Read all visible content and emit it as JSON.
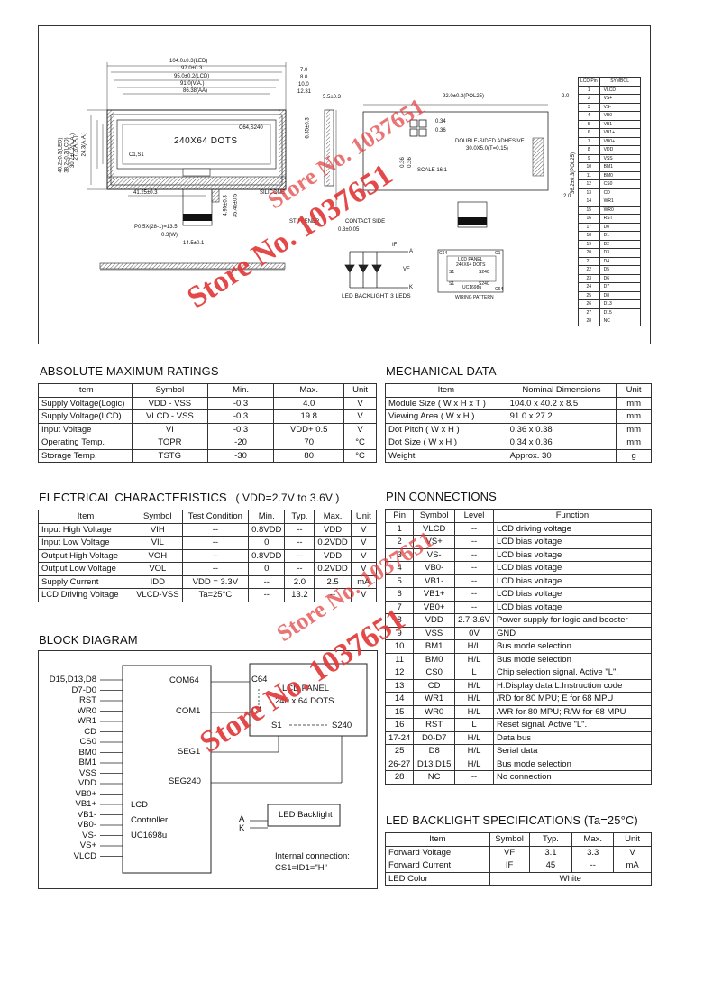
{
  "drawing": {
    "lcd_label": "240X64 DOTS",
    "corner_labels": [
      "C64,S240",
      "C1,S1"
    ],
    "dims_top": [
      "104.0±0.3(LED)",
      "97.0±0.3",
      "95.0±0.2(LCD)",
      "91.0(V.A.)",
      "86.38(AA)"
    ],
    "dims_top_right": [
      "7.0",
      "8.0",
      "10.0",
      "12.31"
    ],
    "dims_left": [
      "40.2±0.3(LED)",
      "38.2±0.2(LCD)",
      "30.7±0.2(V.A.)",
      "27.2(A.A.)",
      "24.3(A.A.)"
    ],
    "dim_right_vert": "6.35±0.3",
    "dim_bottom": "41.25±0.3",
    "silicone": "SILICONE",
    "fpc_dims": [
      "P0.5X(28-1)=13.5",
      "0.3(W)",
      "14.5±0.1",
      "4.95±0.3",
      "35.46±0.5"
    ],
    "side_labels": [
      "5.5±0.3",
      "STIFFENER",
      "CONTACT SIDE",
      "0.3±0.05"
    ],
    "pol_dim": "92.0±0.3(POL25)",
    "pol_dims_right": [
      "2.0",
      "2.0"
    ],
    "dot_dims": [
      "0.34",
      "0.36",
      "0.36",
      "0.36"
    ],
    "adhesive": "DOUBLE-SIDED ADHESIVE",
    "adhesive_dim": "30.0X5.0(T=0.15)",
    "scale": "SCALE 16:1",
    "pol_vert": "36.2±0.3(POL25)",
    "led_caption": "LED BACKLIGHT: 3 LEDS",
    "led_labels": [
      "IF",
      "A",
      "VF",
      "K"
    ],
    "wiring": {
      "title": "LCD PANEL",
      "sub": "240X64 DOTS",
      "pins": [
        "C64",
        "S1",
        "S240",
        "C1",
        "S1",
        "S240",
        "C64"
      ],
      "chip": "UC1698u",
      "caption": "WIRING PATTERN"
    },
    "pin_table_header": [
      "LCD Pin",
      "SYMBOL"
    ],
    "pin_table_rows": [
      [
        "1",
        "VLCD"
      ],
      [
        "2",
        "VS+"
      ],
      [
        "3",
        "VS-"
      ],
      [
        "4",
        "VB0-"
      ],
      [
        "5",
        "VB1-"
      ],
      [
        "6",
        "VB1+"
      ],
      [
        "7",
        "VB0+"
      ],
      [
        "8",
        "VDD"
      ],
      [
        "9",
        "VSS"
      ],
      [
        "10",
        "BM1"
      ],
      [
        "11",
        "BM0"
      ],
      [
        "12",
        "CS0"
      ],
      [
        "13",
        "CD"
      ],
      [
        "14",
        "WR1"
      ],
      [
        "15",
        "WR0"
      ],
      [
        "16",
        "RST"
      ],
      [
        "17",
        "D0"
      ],
      [
        "18",
        "D1"
      ],
      [
        "19",
        "D2"
      ],
      [
        "20",
        "D3"
      ],
      [
        "21",
        "D4"
      ],
      [
        "22",
        "D5"
      ],
      [
        "23",
        "D6"
      ],
      [
        "24",
        "D7"
      ],
      [
        "25",
        "D8"
      ],
      [
        "26",
        "D13"
      ],
      [
        "27",
        "D15"
      ],
      [
        "28",
        "NC"
      ]
    ]
  },
  "abs_max": {
    "title": "ABSOLUTE MAXIMUM RATINGS",
    "headers": [
      "Item",
      "Symbol",
      "Min.",
      "Max.",
      "Unit"
    ],
    "rows": [
      [
        "Supply Voltage(Logic)",
        "VDD - VSS",
        "-0.3",
        "4.0",
        "V"
      ],
      [
        "Supply Voltage(LCD)",
        "VLCD - VSS",
        "-0.3",
        "19.8",
        "V"
      ],
      [
        "Input  Voltage",
        "VI",
        "-0.3",
        "VDD+ 0.5",
        "V"
      ],
      [
        "Operating Temp.",
        "TOPR",
        "-20",
        "70",
        "°C"
      ],
      [
        "Storage Temp.",
        "TSTG",
        "-30",
        "80",
        "°C"
      ]
    ]
  },
  "mech": {
    "title": "MECHANICAL DATA",
    "headers": [
      "Item",
      "Nominal Dimensions",
      "Unit"
    ],
    "rows": [
      [
        "Module Size ( W x H x T )",
        "104.0 x 40.2 x 8.5",
        "mm"
      ],
      [
        "Viewing Area ( W x H )",
        "91.0 x 27.2",
        "mm"
      ],
      [
        "Dot Pitch ( W x H )",
        "0.36 x 0.38",
        "mm"
      ],
      [
        "Dot Size ( W x H )",
        "0.34 x 0.36",
        "mm"
      ],
      [
        "Weight",
        "Approx.  30",
        "g"
      ]
    ]
  },
  "elec": {
    "title": "ELECTRICAL CHARACTERISTICS",
    "title_cond": "( VDD=2.7V to 3.6V )",
    "headers": [
      "Item",
      "Symbol",
      "Test Condition",
      "Min.",
      "Typ.",
      "Max.",
      "Unit"
    ],
    "rows": [
      [
        "Input  High Voltage",
        "VIH",
        "--",
        "0.8VDD",
        "--",
        "VDD",
        "V"
      ],
      [
        "Input  Low Voltage",
        "VIL",
        "--",
        "0",
        "--",
        "0.2VDD",
        "V"
      ],
      [
        "Output High Voltage",
        "VOH",
        "--",
        "0.8VDD",
        "--",
        "VDD",
        "V"
      ],
      [
        "Output Low Voltage",
        "VOL",
        "--",
        "0",
        "--",
        "0.2VDD",
        "V"
      ],
      [
        "Supply Current",
        "IDD",
        "VDD = 3.3V",
        "--",
        "2.0",
        "2.5",
        "mA"
      ],
      [
        "LCD Driving Voltage",
        "VLCD-VSS",
        "Ta=25°C",
        "--",
        "13.2",
        "--",
        "V"
      ]
    ]
  },
  "pins": {
    "title": "PIN CONNECTIONS",
    "headers": [
      "Pin",
      "Symbol",
      "Level",
      "Function"
    ],
    "rows": [
      [
        "1",
        "VLCD",
        "--",
        "LCD driving voltage"
      ],
      [
        "2",
        "VS+",
        "--",
        "LCD bias voltage"
      ],
      [
        "3",
        "VS-",
        "--",
        "LCD bias voltage"
      ],
      [
        "4",
        "VB0-",
        "--",
        "LCD bias voltage"
      ],
      [
        "5",
        "VB1-",
        "--",
        "LCD bias voltage"
      ],
      [
        "6",
        "VB1+",
        "--",
        "LCD bias voltage"
      ],
      [
        "7",
        "VB0+",
        "--",
        "LCD bias voltage"
      ],
      [
        "8",
        "VDD",
        "2.7-3.6V",
        "Power supply for logic and booster"
      ],
      [
        "9",
        "VSS",
        "0V",
        "GND"
      ],
      [
        "10",
        "BM1",
        "H/L",
        "Bus mode selection"
      ],
      [
        "11",
        "BM0",
        "H/L",
        "Bus mode selection"
      ],
      [
        "12",
        "CS0",
        "L",
        "Chip selection signal. Active \"L\"."
      ],
      [
        "13",
        "CD",
        "H/L",
        "H:Display data     L:Instruction code"
      ],
      [
        "14",
        "WR1",
        "H/L",
        "/RD for 80 MPU; E for 68 MPU"
      ],
      [
        "15",
        "WR0",
        "H/L",
        "/WR for 80 MPU; R/W for 68 MPU"
      ],
      [
        "16",
        "RST",
        "L",
        "Reset signal. Active \"L\"."
      ],
      [
        "17-24",
        "D0-D7",
        "H/L",
        "Data bus"
      ],
      [
        "25",
        "D8",
        "H/L",
        "Serial data"
      ],
      [
        "26-27",
        "D13,D15",
        "H/L",
        "Bus mode selection"
      ],
      [
        "28",
        "NC",
        "--",
        "No connection"
      ]
    ]
  },
  "block": {
    "title": "BLOCK DIAGRAM",
    "left_signals": [
      "D15,D13,D8",
      "D7-D0",
      "RST",
      "WR0",
      "WR1",
      "CD",
      "CS0",
      "BM0",
      "BM1",
      "VSS",
      "VDD",
      "VB0+",
      "VB1+",
      "VB1-",
      "VB0-",
      "VS-",
      "VS+",
      "VLCD"
    ],
    "controller": [
      "LCD",
      "Controller",
      "UC1698u"
    ],
    "outputs": [
      "COM64",
      "COM1",
      "SEG1",
      "SEG240"
    ],
    "panel": [
      "C64",
      "C1",
      "LCD  PANEL",
      "240 x 64 DOTS",
      "S1",
      "S240"
    ],
    "backlight": "LED Backlight",
    "backlight_pins": [
      "A",
      "K"
    ],
    "internal": [
      "Internal connection:",
      "CS1=ID1=\"H\""
    ]
  },
  "backlight_spec": {
    "title": "LED BACKLIGHT SPECIFICATIONS (Ta=25°C)",
    "headers": [
      "Item",
      "Symbol",
      "Typ.",
      "Max.",
      "Unit"
    ],
    "rows": [
      [
        "Forward Voltage",
        "VF",
        "3.1",
        "3.3",
        "V"
      ],
      [
        "Forward Current",
        "IF",
        "45",
        "--",
        "mA"
      ]
    ],
    "color_row": [
      "LED Color",
      "White"
    ]
  },
  "watermarks": [
    "Store No. 1037651",
    "Store No. 1037651",
    "Store No. 1037651",
    "Store No. 1037651"
  ]
}
